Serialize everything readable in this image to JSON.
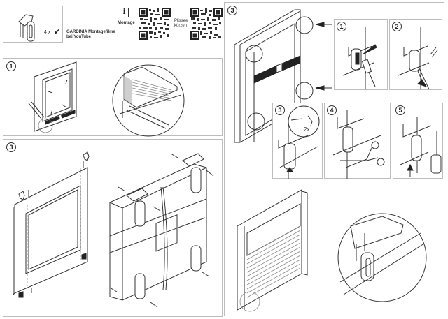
{
  "header": {
    "parts_count_label": "4 x",
    "parts_check_icon": "check-icon",
    "youtube_caption_line1": "GARDINIA Montagefilme",
    "youtube_caption_line2": "bei YouTube",
    "info_icon_glyph": "i",
    "qr_codes": [
      {
        "label": "Montage"
      },
      {
        "label_line1": "Plissee",
        "label_line2": "kürzen"
      }
    ]
  },
  "steps": {
    "step1": {
      "number": "1"
    },
    "step3_left": {
      "number": "3"
    },
    "step3_right": {
      "number": "3",
      "substeps": [
        {
          "number": "1"
        },
        {
          "number": "2"
        },
        {
          "number": "3",
          "annotation": "2x"
        },
        {
          "number": "4"
        },
        {
          "number": "5"
        }
      ]
    }
  }
}
